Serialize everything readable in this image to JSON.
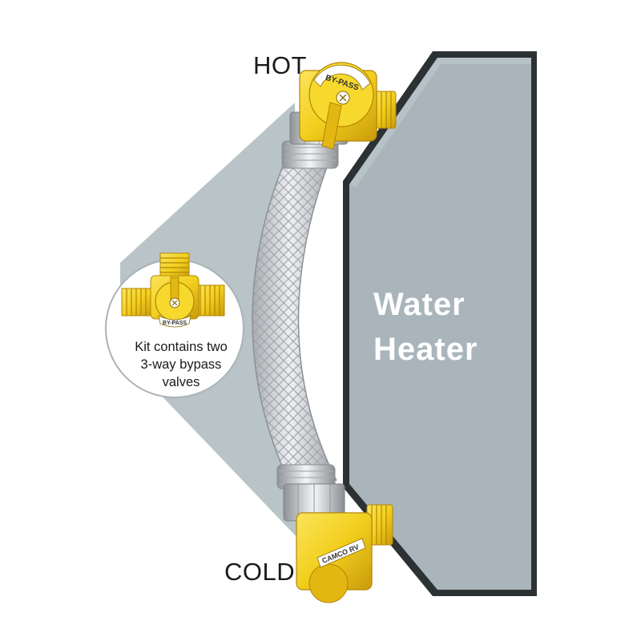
{
  "labels": {
    "hot": "HOT",
    "cold": "COLD"
  },
  "heater": {
    "line1": "Water",
    "line2": "Heater"
  },
  "kit": {
    "line1": "Kit contains two",
    "line2": "3-way bypass",
    "line3": "valves"
  },
  "valve_text": {
    "bypass": "BY-PASS",
    "brand": "CAMCO RV"
  },
  "colors": {
    "heater_fill": "#a9b5bb",
    "heater_edge": "#2c3134",
    "brass": "#f2cf1e",
    "brass_dark": "#c99a0a",
    "callout": "#b9c4c8",
    "hose": "#d9dcdf"
  }
}
